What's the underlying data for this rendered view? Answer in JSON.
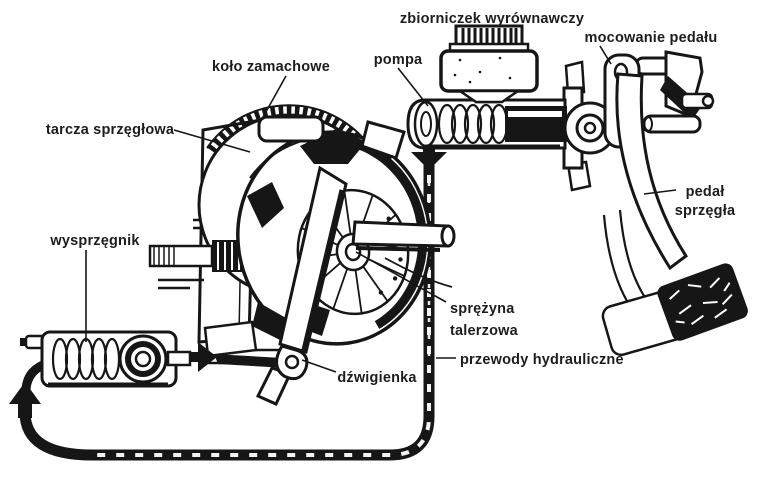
{
  "diagram": {
    "background": "#ffffff",
    "ink_color": "#161616",
    "label_color": "#1d1d1d",
    "labels": {
      "reservoir": "zbiorniczek wyrównawczy",
      "pedal_mount": "mocowanie pedału",
      "pump": "pompa",
      "flywheel": "koło zamachowe",
      "clutch_disc": "tarcza sprzęgłowa",
      "pedal_line1": "pedał",
      "pedal_line2": "sprzęgła",
      "release_cylinder": "wysprzęgnik",
      "spring_line1": "sprężyna",
      "spring_line2": "talerzowa",
      "hydraulic_lines": "przewody hydrauliczne",
      "lever": "dźwigienka"
    }
  }
}
